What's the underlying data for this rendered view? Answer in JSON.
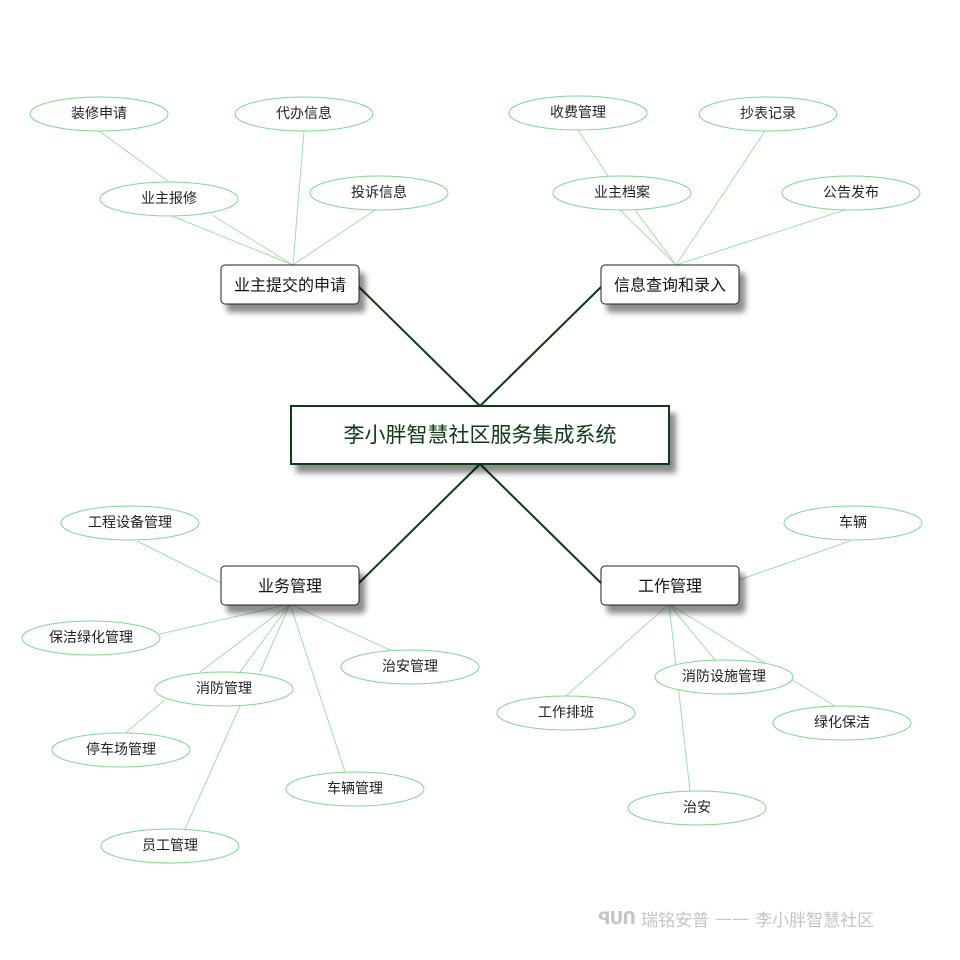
{
  "root": "李小胖智慧社区服务集成系统",
  "branches": {
    "tl": {
      "label": "业主提交的申请",
      "leaves": [
        "装修申请",
        "代办信息",
        "业主报修",
        "投诉信息"
      ]
    },
    "tr": {
      "label": "信息查询和录入",
      "leaves": [
        "收费管理",
        "抄表记录",
        "业主档案",
        "公告发布"
      ]
    },
    "bl": {
      "label": "业务管理",
      "leaves": [
        "工程设备管理",
        "保洁绿化管理",
        "消防管理",
        "治安管理",
        "停车场管理",
        "车辆管理",
        "员工管理"
      ]
    },
    "br": {
      "label": "工作管理",
      "leaves": [
        "车辆",
        "工作排班",
        "消防设施管理",
        "绿化保洁",
        "治安"
      ]
    }
  },
  "watermark": {
    "brand": "瑞铭安普",
    "separator": "——",
    "product": "李小胖智慧社区"
  },
  "colors": {
    "root_stroke": "#0d3a14",
    "leaf_stroke": "#7fd88f",
    "leaf_line": "#9fe0a8"
  }
}
